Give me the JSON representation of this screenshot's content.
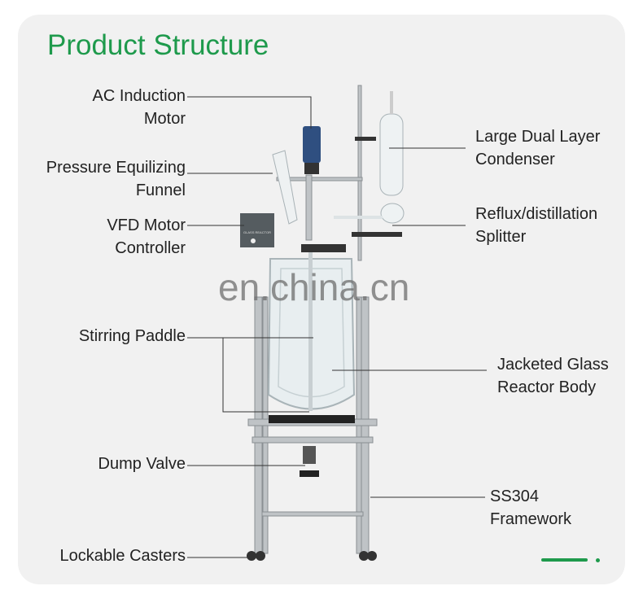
{
  "title": "Product Structure",
  "watermark": "en.china.cn",
  "controller_text": "GLASS REACTOR",
  "labels": {
    "motor": [
      "AC Induction",
      "Motor"
    ],
    "funnel": [
      "Pressure Equilizing",
      "Funnel"
    ],
    "vfd": [
      "VFD Motor",
      "Controller"
    ],
    "paddle": "Stirring Paddle",
    "valve": "Dump Valve",
    "casters": "Lockable Casters",
    "condenser": [
      "Large Dual Layer",
      "Condenser"
    ],
    "splitter": [
      "Reflux/distillation",
      "Splitter"
    ],
    "body": [
      "Jacketed Glass",
      "Reactor Body"
    ],
    "frame": [
      "SS304",
      "Framework"
    ]
  },
  "colors": {
    "accent": "#1e9a4c"
  }
}
